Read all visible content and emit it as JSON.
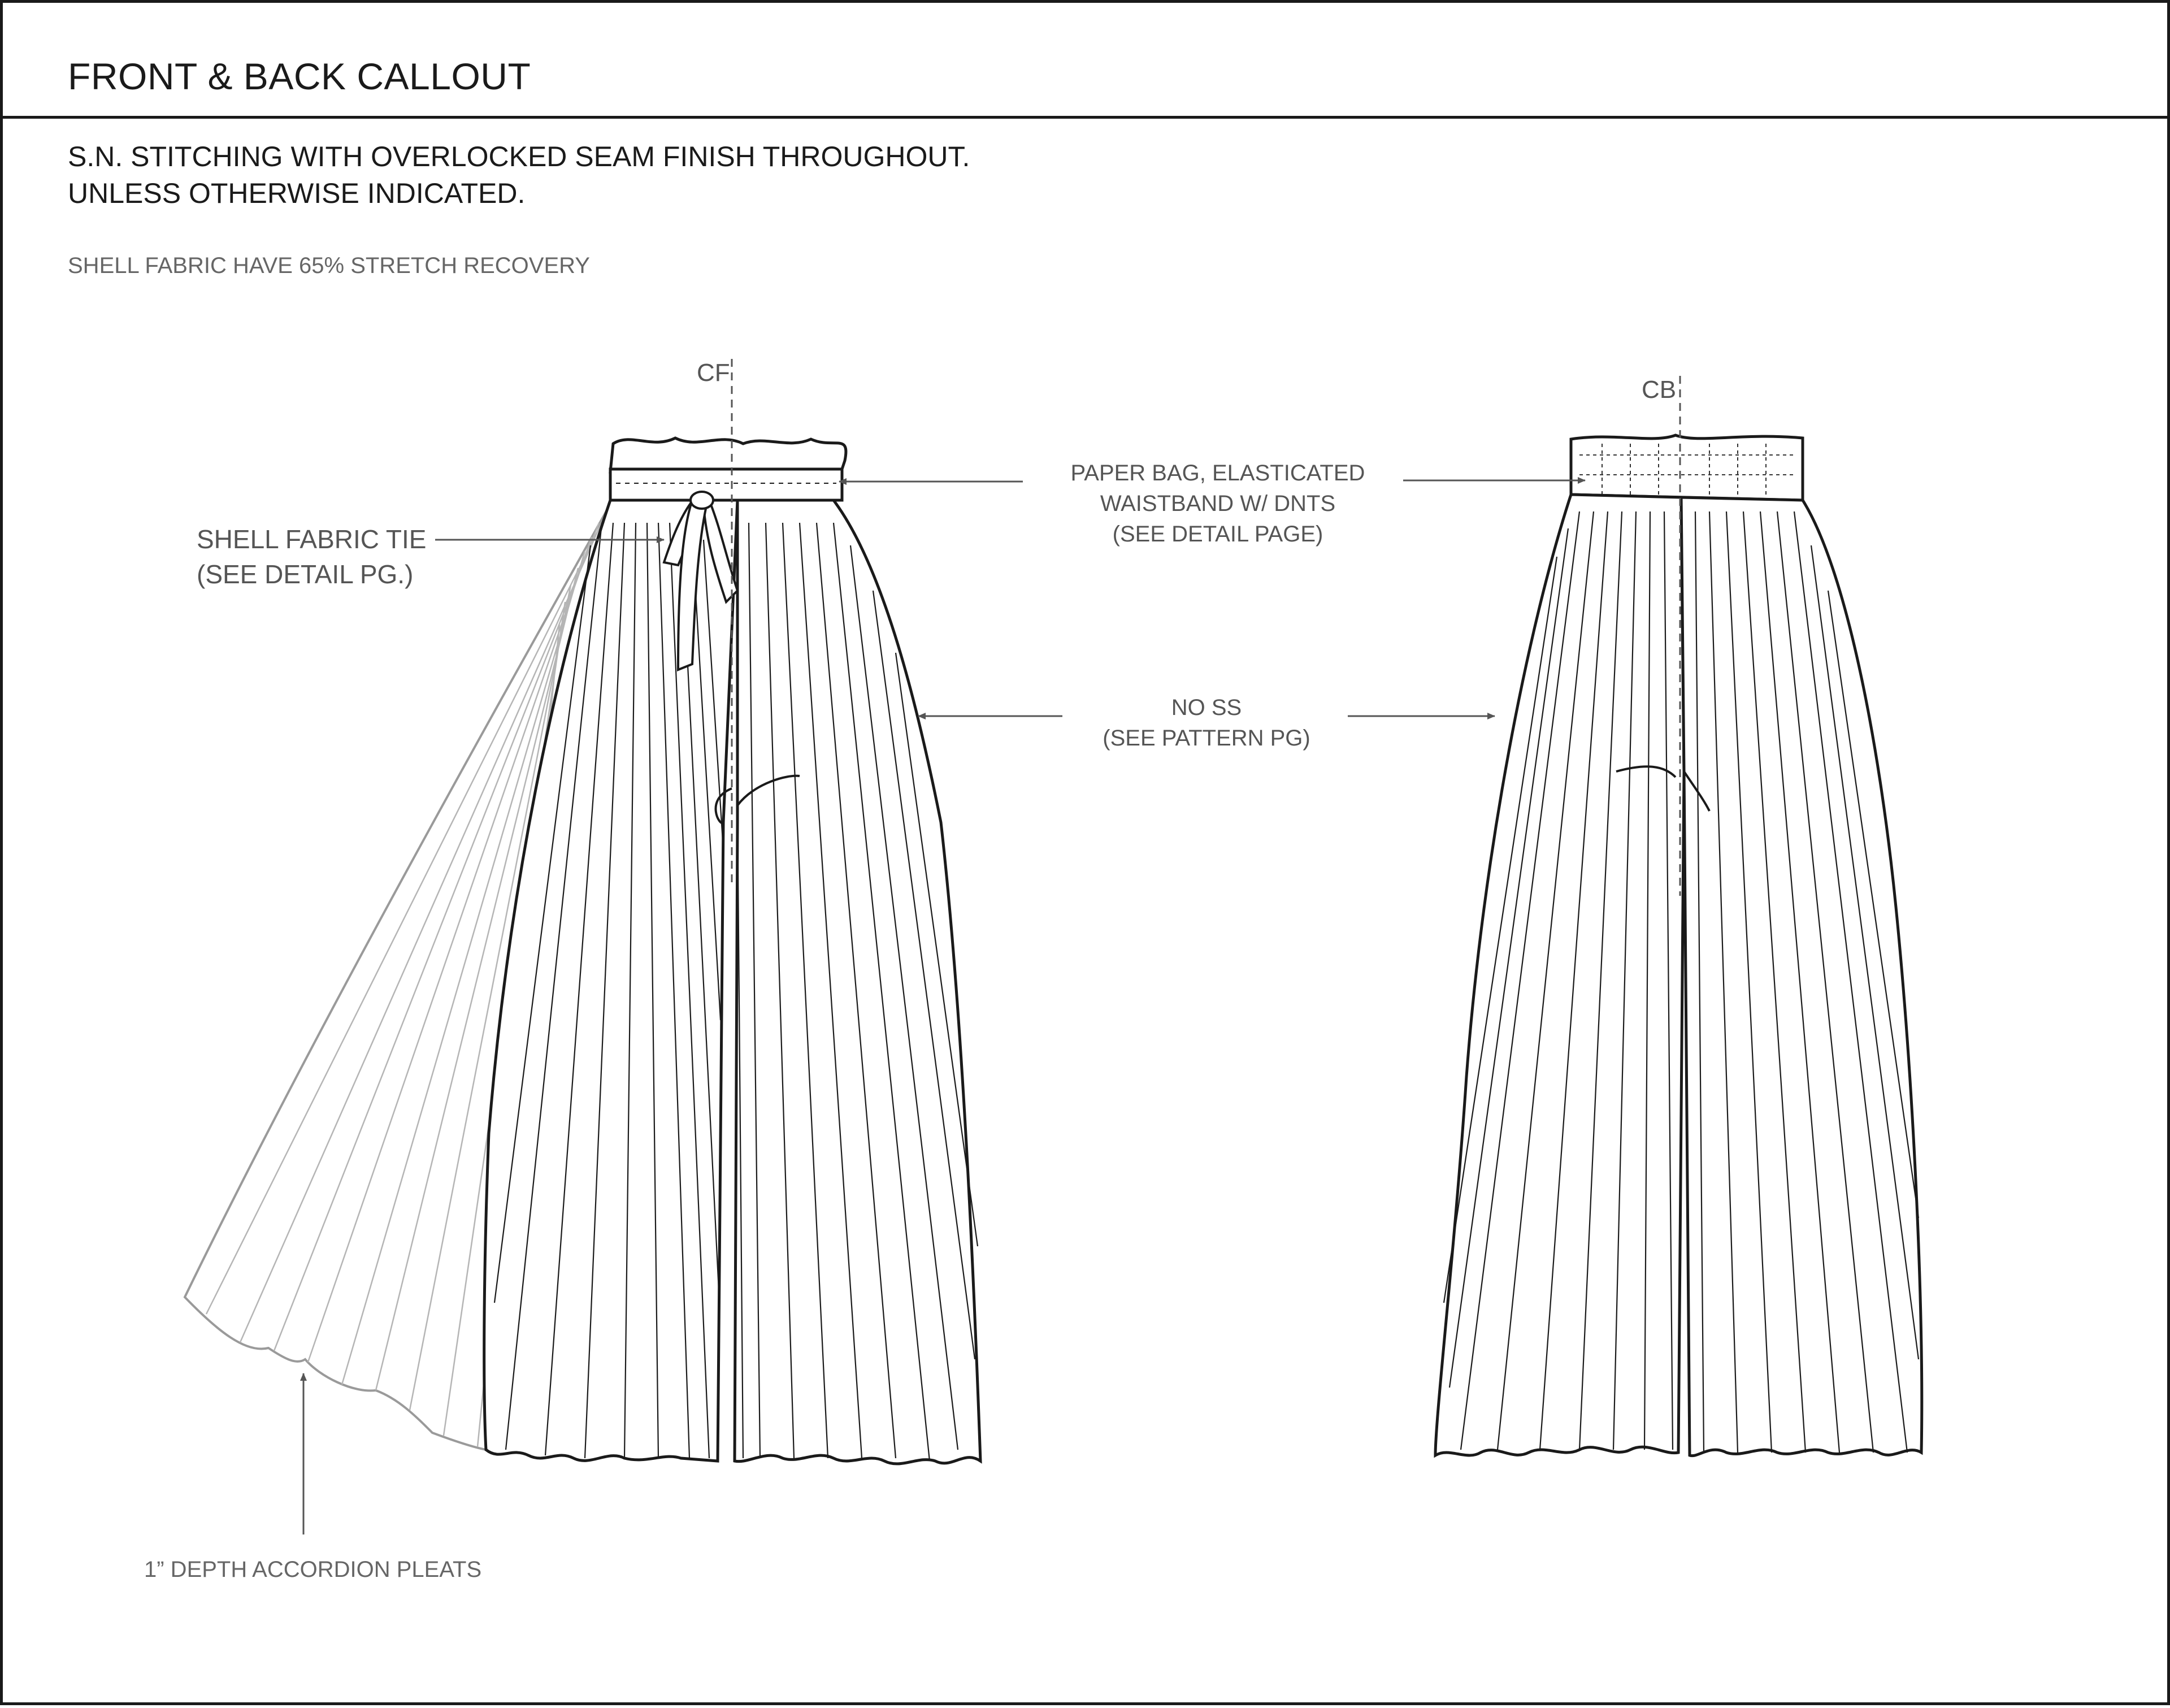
{
  "header": {
    "title": "FRONT & BACK CALLOUT"
  },
  "notes": {
    "line1": "S.N. STITCHING WITH OVERLOCKED SEAM FINISH THROUGHOUT.",
    "line2": "UNLESS OTHERWISE INDICATED.",
    "line3": "SHELL FABRIC HAVE 65% STRETCH RECOVERY"
  },
  "markers": {
    "center_front": "CF",
    "center_back": "CB"
  },
  "callouts": {
    "waistband": {
      "line1": "PAPER BAG, ELASTICATED",
      "line2": "WAISTBAND W/ DNTS",
      "line3": "(SEE DETAIL PAGE)"
    },
    "tie": {
      "line1": "SHELL FABRIC TIE",
      "line2": "(SEE DETAIL PG.)"
    },
    "side_seam": {
      "line1": "NO SS",
      "line2": "(SEE PATTERN PG)"
    },
    "pleats": {
      "line1": "1”  DEPTH ACCORDION  PLEATS"
    }
  },
  "colors": {
    "ink": "#1a1a1a",
    "callout_text": "#555555",
    "ghost_flare": "#9a9a9a",
    "arrow": "#555555"
  }
}
